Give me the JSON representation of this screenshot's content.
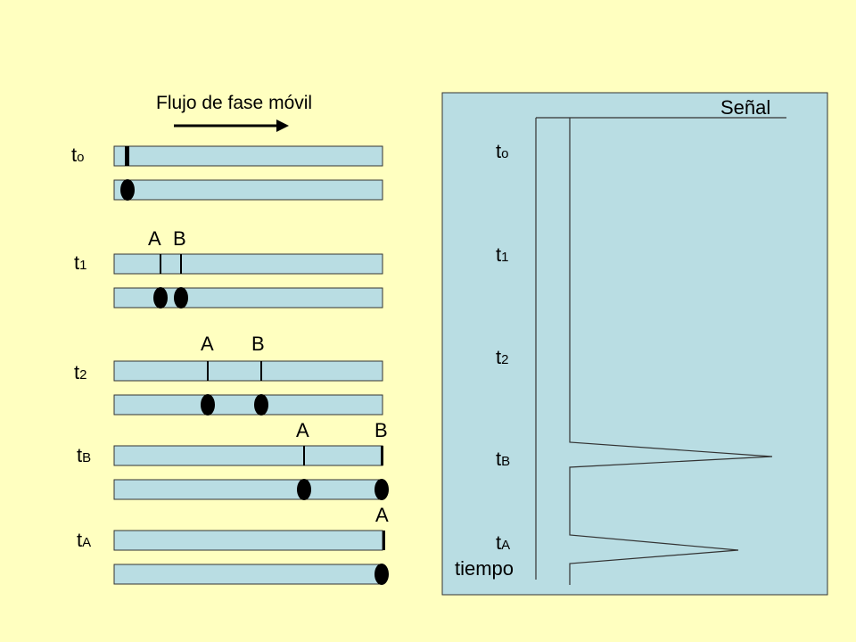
{
  "colors": {
    "background": "#ffffc0",
    "column": "#b9dde3",
    "band": "#000000",
    "panel": "#b9dde3",
    "stroke": "#333333"
  },
  "flow": {
    "label": "Flujo de fase móvil"
  },
  "rows": [
    {
      "time_main": "t",
      "time_sub": "o",
      "labels": []
    },
    {
      "time_main": "t",
      "time_sub": "1",
      "labels": [
        "A",
        "B"
      ]
    },
    {
      "time_main": "t",
      "time_sub": "2",
      "labels": [
        "A",
        "B"
      ]
    },
    {
      "time_main": "t",
      "time_sub": "B",
      "labels": [
        "A",
        "B"
      ]
    },
    {
      "time_main": "t",
      "time_sub": "A",
      "labels": [
        "A"
      ]
    }
  ],
  "panel": {
    "signal_label": "Señal",
    "time_axis_label": "tiempo",
    "times": [
      {
        "main": "t",
        "sub": "o"
      },
      {
        "main": "t",
        "sub": "1"
      },
      {
        "main": "t",
        "sub": "2"
      },
      {
        "main": "t",
        "sub": "B"
      },
      {
        "main": "t",
        "sub": "A"
      }
    ]
  }
}
